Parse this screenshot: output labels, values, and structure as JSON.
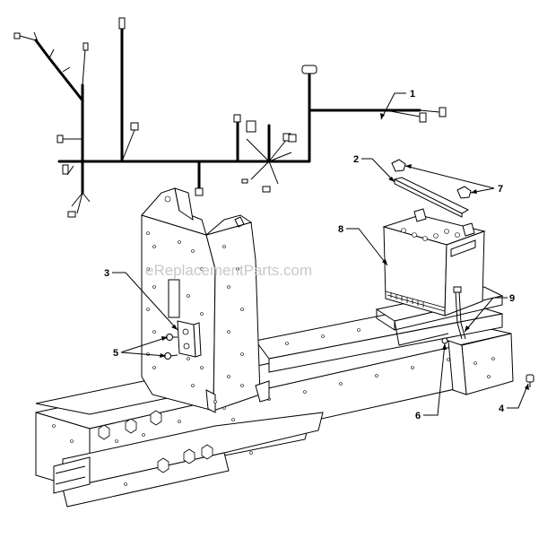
{
  "watermark": "eReplacementParts.com",
  "callouts": [
    {
      "id": "1",
      "label": "1"
    },
    {
      "id": "2",
      "label": "2"
    },
    {
      "id": "3",
      "label": "3"
    },
    {
      "id": "4",
      "label": "4"
    },
    {
      "id": "5",
      "label": "5"
    },
    {
      "id": "6",
      "label": "6"
    },
    {
      "id": "7",
      "label": "7"
    },
    {
      "id": "8",
      "label": "8"
    },
    {
      "id": "9",
      "label": "9"
    }
  ]
}
